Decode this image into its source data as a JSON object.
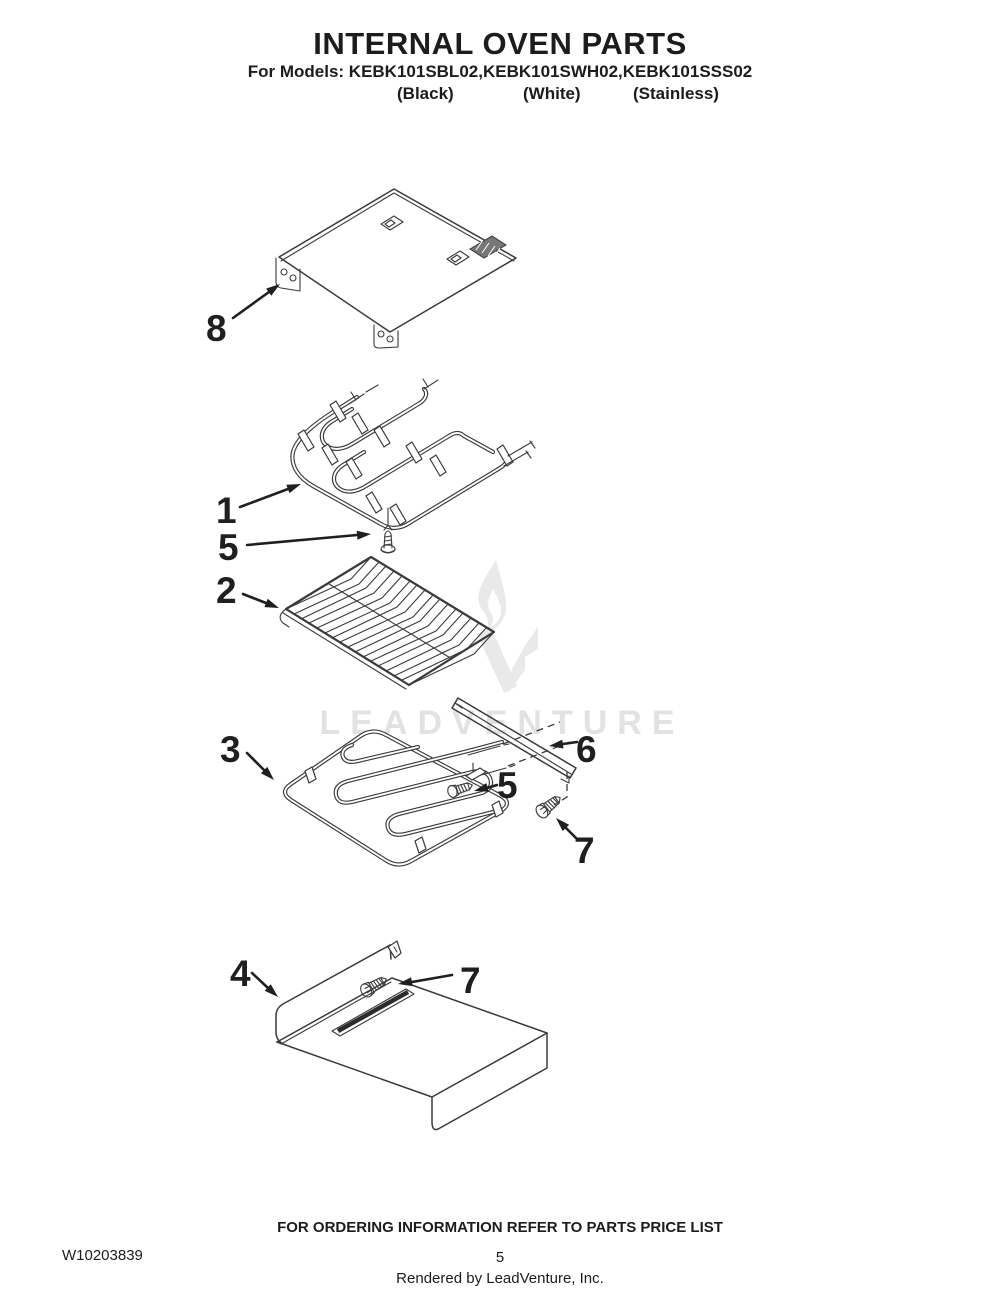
{
  "header": {
    "title": "INTERNAL OVEN PARTS",
    "models_line": "For Models: KEBK101SBL02,KEBK101SWH02,KEBK101SSS02",
    "finishes": [
      "(Black)",
      "(White)",
      "(Stainless)"
    ]
  },
  "diagram": {
    "callouts": [
      {
        "label": "8"
      },
      {
        "label": "1"
      },
      {
        "label": "5"
      },
      {
        "label": "2"
      },
      {
        "label": "3"
      },
      {
        "label": "6"
      },
      {
        "label": "5"
      },
      {
        "label": "7"
      },
      {
        "label": "4"
      },
      {
        "label": "7"
      }
    ],
    "watermark_text": "LEADVENTURE"
  },
  "footer": {
    "ordering_note": "FOR ORDERING INFORMATION REFER TO PARTS PRICE LIST",
    "document_number": "W10203839",
    "page_number": "5",
    "rendered_by": "Rendered by LeadVenture, Inc."
  },
  "colors": {
    "ink": "#3a3a3a",
    "callout_ink": "#1f1f1f",
    "watermark": "#e7e7e7",
    "paper": "#ffffff"
  }
}
